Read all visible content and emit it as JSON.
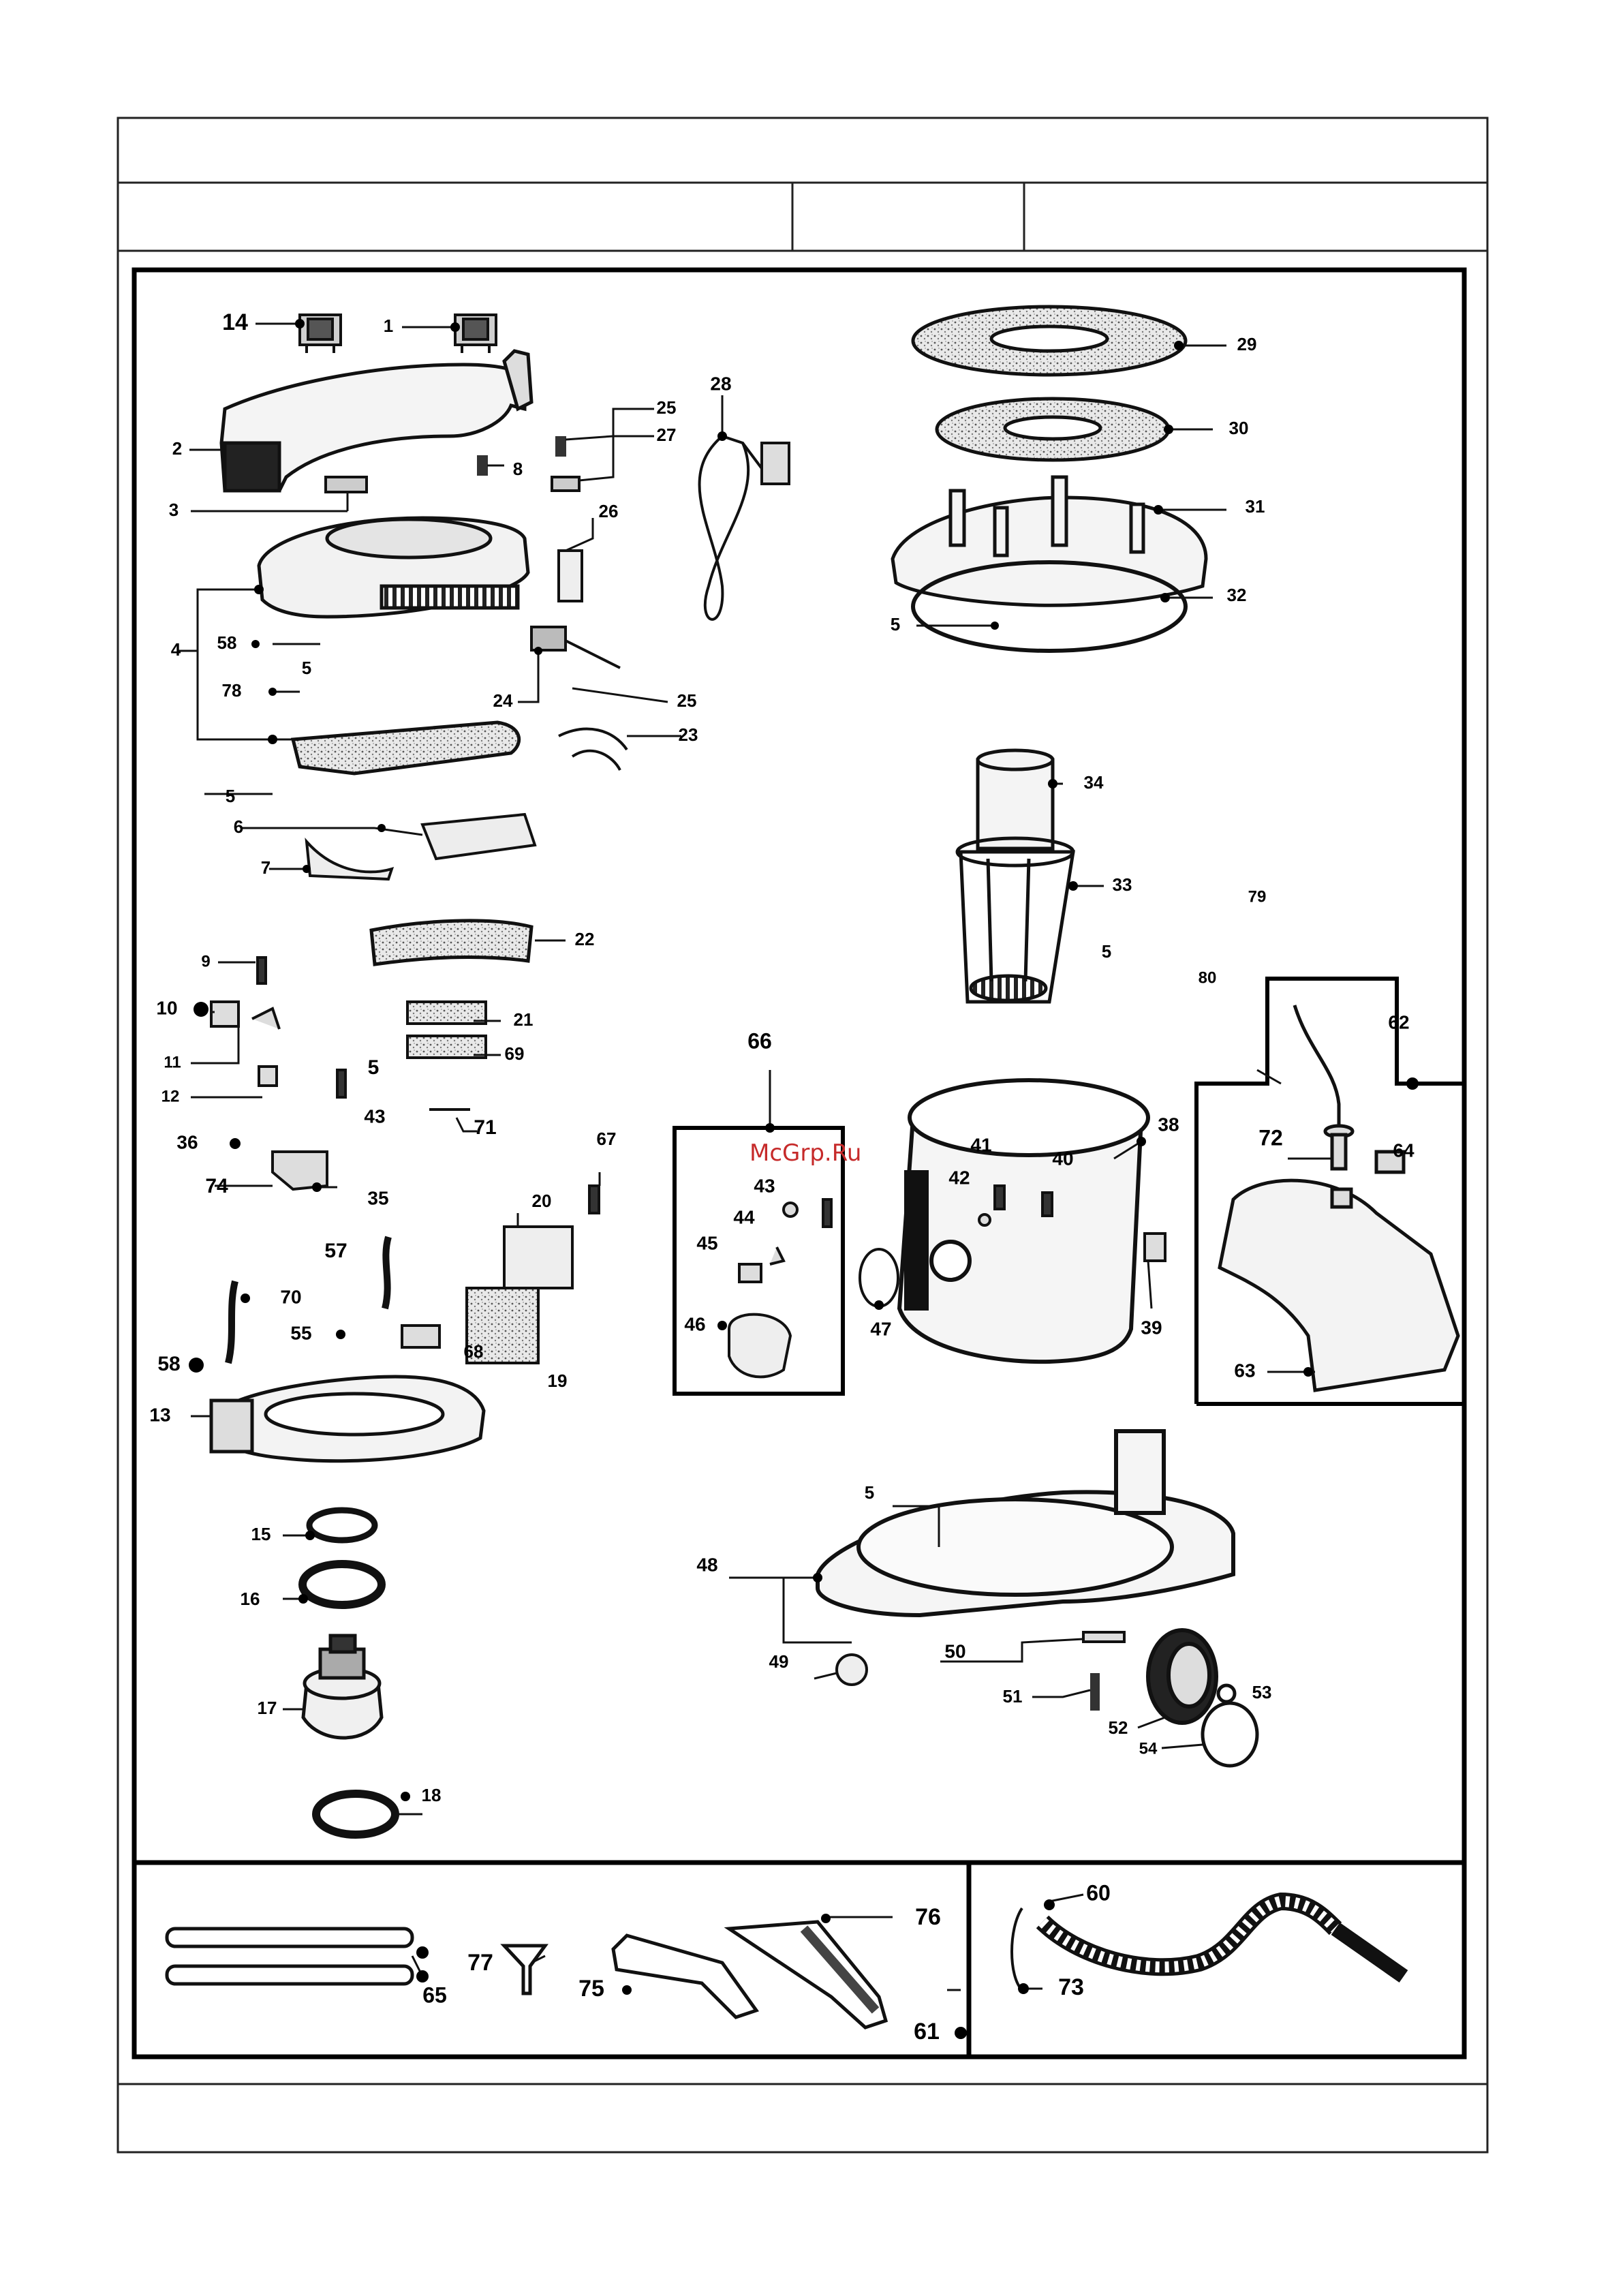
{
  "watermark": "McGrp.Ru",
  "callouts": [
    {
      "id": "c14",
      "text": "14"
    },
    {
      "id": "c1",
      "text": "1"
    },
    {
      "id": "c2",
      "text": "2"
    },
    {
      "id": "c3",
      "text": "3"
    },
    {
      "id": "c4",
      "text": "4"
    },
    {
      "id": "c58a",
      "text": "58"
    },
    {
      "id": "c5a",
      "text": "5"
    },
    {
      "id": "c78",
      "text": "78"
    },
    {
      "id": "c5b",
      "text": "5"
    },
    {
      "id": "c6",
      "text": "6"
    },
    {
      "id": "c7",
      "text": "7"
    },
    {
      "id": "c8",
      "text": "8"
    },
    {
      "id": "c25a",
      "text": "25"
    },
    {
      "id": "c27",
      "text": "27"
    },
    {
      "id": "c26",
      "text": "26"
    },
    {
      "id": "c28",
      "text": "28"
    },
    {
      "id": "c24",
      "text": "24"
    },
    {
      "id": "c25b",
      "text": "25"
    },
    {
      "id": "c23",
      "text": "23"
    },
    {
      "id": "c22",
      "text": "22"
    },
    {
      "id": "c29",
      "text": "29"
    },
    {
      "id": "c30",
      "text": "30"
    },
    {
      "id": "c31",
      "text": "31"
    },
    {
      "id": "c32",
      "text": "32"
    },
    {
      "id": "c5c",
      "text": "5"
    },
    {
      "id": "c34",
      "text": "34"
    },
    {
      "id": "c33",
      "text": "33"
    },
    {
      "id": "c5d",
      "text": "5"
    },
    {
      "id": "c79",
      "text": "79"
    },
    {
      "id": "c80",
      "text": "80"
    },
    {
      "id": "c9",
      "text": "9"
    },
    {
      "id": "c10",
      "text": "10"
    },
    {
      "id": "c11",
      "text": "11"
    },
    {
      "id": "c12",
      "text": "12"
    },
    {
      "id": "c21",
      "text": "21"
    },
    {
      "id": "c69",
      "text": "69"
    },
    {
      "id": "c5e",
      "text": "5"
    },
    {
      "id": "c43a",
      "text": "43"
    },
    {
      "id": "c71",
      "text": "71"
    },
    {
      "id": "c36",
      "text": "36"
    },
    {
      "id": "c74",
      "text": "74"
    },
    {
      "id": "c35",
      "text": "35"
    },
    {
      "id": "c67",
      "text": "67"
    },
    {
      "id": "c20",
      "text": "20"
    },
    {
      "id": "c57",
      "text": "57"
    },
    {
      "id": "c70",
      "text": "70"
    },
    {
      "id": "c55",
      "text": "55"
    },
    {
      "id": "c68",
      "text": "68"
    },
    {
      "id": "c58b",
      "text": "58"
    },
    {
      "id": "c19",
      "text": "19"
    },
    {
      "id": "c13",
      "text": "13"
    },
    {
      "id": "c66",
      "text": "66"
    },
    {
      "id": "c43b",
      "text": "43"
    },
    {
      "id": "c44",
      "text": "44"
    },
    {
      "id": "c45",
      "text": "45"
    },
    {
      "id": "c46",
      "text": "46"
    },
    {
      "id": "c47",
      "text": "47"
    },
    {
      "id": "c41",
      "text": "41"
    },
    {
      "id": "c42",
      "text": "42"
    },
    {
      "id": "c40",
      "text": "40"
    },
    {
      "id": "c38",
      "text": "38"
    },
    {
      "id": "c39",
      "text": "39"
    },
    {
      "id": "c62",
      "text": "62"
    },
    {
      "id": "c72",
      "text": "72"
    },
    {
      "id": "c64",
      "text": "64"
    },
    {
      "id": "c63",
      "text": "63"
    },
    {
      "id": "c15",
      "text": "15"
    },
    {
      "id": "c16",
      "text": "16"
    },
    {
      "id": "c17",
      "text": "17"
    },
    {
      "id": "c18",
      "text": "18"
    },
    {
      "id": "c5f",
      "text": "5"
    },
    {
      "id": "c48",
      "text": "48"
    },
    {
      "id": "c49",
      "text": "49"
    },
    {
      "id": "c50",
      "text": "50"
    },
    {
      "id": "c51",
      "text": "51"
    },
    {
      "id": "c52",
      "text": "52"
    },
    {
      "id": "c53",
      "text": "53"
    },
    {
      "id": "c54",
      "text": "54"
    },
    {
      "id": "c65",
      "text": "65"
    },
    {
      "id": "c77",
      "text": "77"
    },
    {
      "id": "c75",
      "text": "75"
    },
    {
      "id": "c76",
      "text": "76"
    },
    {
      "id": "c61",
      "text": "61"
    },
    {
      "id": "c60",
      "text": "60"
    },
    {
      "id": "c73",
      "text": "73"
    }
  ]
}
